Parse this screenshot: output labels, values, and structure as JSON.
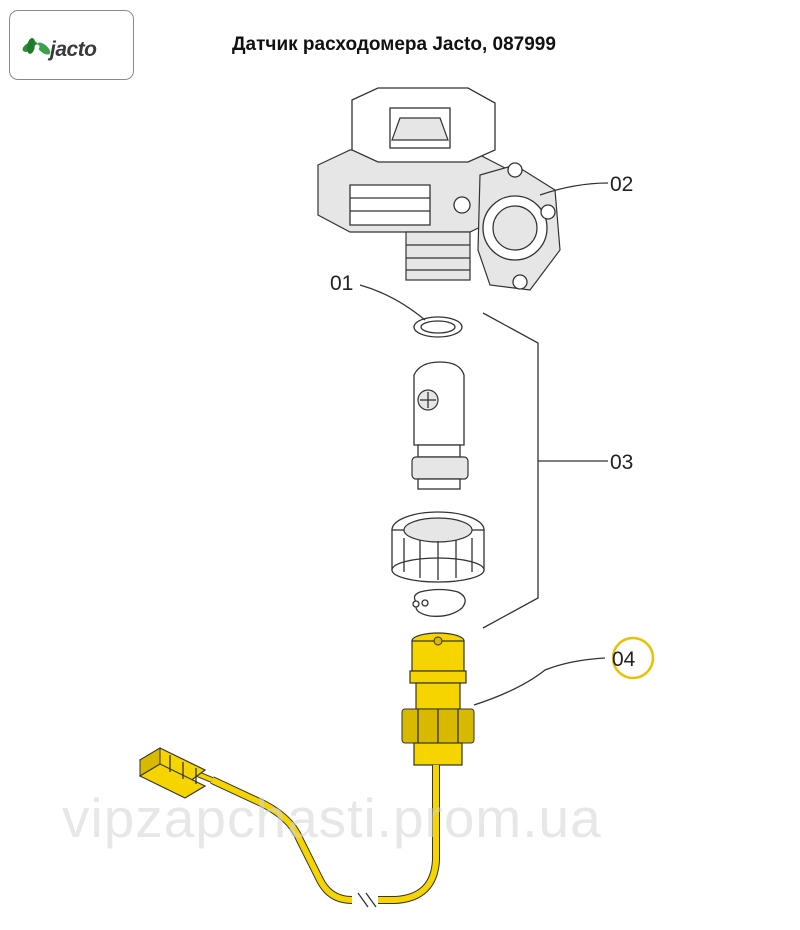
{
  "header": {
    "logo_text": "jacto",
    "title": "Датчик расходомера Jacto, 087999"
  },
  "callouts": {
    "c01": "01",
    "c02": "02",
    "c03": "03",
    "c04": "04"
  },
  "watermark": "vipzapchasti.prom.ua",
  "colors": {
    "highlight_yellow": "#f5d400",
    "highlight_ring": "#e8c200",
    "line": "#333333",
    "logo_green": "#2e8b3a"
  }
}
